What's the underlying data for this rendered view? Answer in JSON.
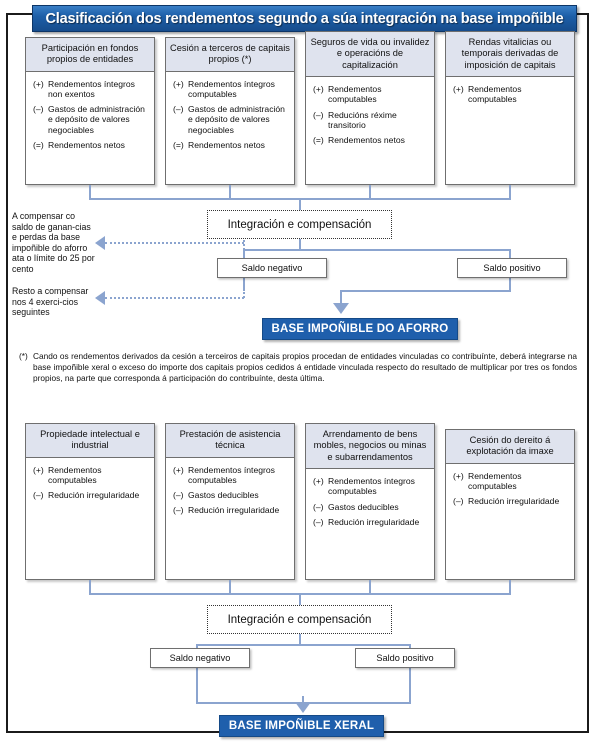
{
  "title": "Clasificación dos rendementos segundo a súa integración na base impoñible",
  "savings_section": {
    "boxes": [
      {
        "header": "Participación en fondos propios de entidades",
        "items": [
          {
            "sym": "(+)",
            "text": "Rendementos íntegros non exentos"
          },
          {
            "sym": "(–)",
            "text": "Gastos de administración e depósito de valores negociables"
          },
          {
            "sym": "(=)",
            "text": "Rendementos netos"
          }
        ]
      },
      {
        "header": "Cesión a terceros de capitais propios (*)",
        "items": [
          {
            "sym": "(+)",
            "text": "Rendementos íntegros computables"
          },
          {
            "sym": "(–)",
            "text": "Gastos de administración e depósito de valores negociables"
          },
          {
            "sym": "(=)",
            "text": "Rendementos netos"
          }
        ]
      },
      {
        "header": "Seguros de vida ou invalidez e operacións de capitalización",
        "items": [
          {
            "sym": "(+)",
            "text": "Rendementos computables"
          },
          {
            "sym": "(–)",
            "text": "Reducións réxime transitorio"
          },
          {
            "sym": "(=)",
            "text": "Rendementos netos"
          }
        ]
      },
      {
        "header": "Rendas vitalicias ou temporais derivadas de imposición de capitais",
        "items": [
          {
            "sym": "(+)",
            "text": "Rendementos computables"
          }
        ]
      }
    ],
    "integration_label": "Integración e compensación",
    "saldo_negativo": "Saldo negativo",
    "saldo_positivo": "Saldo positivo",
    "result": "BASE IMPOÑIBLE DO AFORRO",
    "note_1": "A compensar co saldo de ganan-cias e perdas da base impoñible do aforro ata o límite do 25 por cento",
    "note_2": "Resto a compensar nos 4 exerci-cios seguintes"
  },
  "footnote": {
    "mark": "(*)",
    "text": "Cando os rendementos derivados da cesión a terceiros de capitais propios procedan de entidades vinculadas co contribuínte, deberá integrarse na base impoñible xeral o exceso do importe dos capitais propios cedidos á entidade vinculada respecto do resultado de multiplicar por tres os fondos propios, na parte que corresponda á participación do contribuínte, desta última."
  },
  "general_section": {
    "boxes": [
      {
        "header": "Propiedade intelectual e industrial",
        "items": [
          {
            "sym": "(+)",
            "text": "Rendementos computables"
          },
          {
            "sym": "(–)",
            "text": "Redución irregularidade"
          }
        ]
      },
      {
        "header": "Prestación de asistencia técnica",
        "items": [
          {
            "sym": "(+)",
            "text": "Rendementos íntegros computables"
          },
          {
            "sym": "(–)",
            "text": "Gastos deducibles"
          },
          {
            "sym": "(–)",
            "text": "Redución irregularidade"
          }
        ]
      },
      {
        "header": "Arrendamento de bens mobles, negocios ou minas e subarrendamentos",
        "items": [
          {
            "sym": "(+)",
            "text": "Rendementos íntegros computables"
          },
          {
            "sym": "(–)",
            "text": "Gastos deducibles"
          },
          {
            "sym": "(–)",
            "text": "Redución irregularidade"
          }
        ]
      },
      {
        "header": "Cesión do dereito á explotación da imaxe",
        "items": [
          {
            "sym": "(+)",
            "text": "Rendementos computables"
          },
          {
            "sym": "(–)",
            "text": "Redución irregularidade"
          }
        ]
      }
    ],
    "integration_label": "Integración e compensación",
    "saldo_negativo": "Saldo negativo",
    "saldo_positivo": "Saldo positivo",
    "result": "BASE IMPOÑIBLE XERAL"
  },
  "colors": {
    "accent_blue": "#1f5fac",
    "connector_blue": "#8ba4cf",
    "header_gray": "#dfe3ee"
  }
}
